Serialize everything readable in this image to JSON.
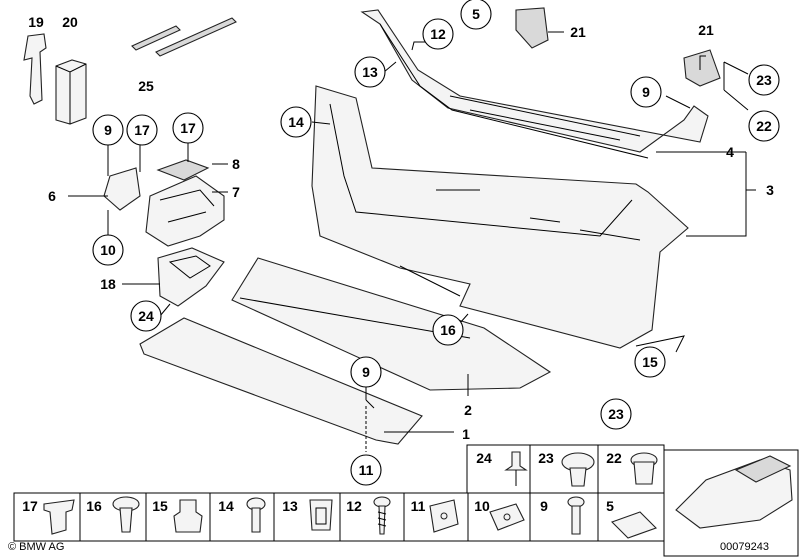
{
  "diagram": {
    "callouts": [
      {
        "id": "c19",
        "text": "19",
        "circled": false
      },
      {
        "id": "c20",
        "text": "20",
        "circled": false
      },
      {
        "id": "c25",
        "text": "25",
        "circled": false
      },
      {
        "id": "c5",
        "text": "5",
        "circled": true
      },
      {
        "id": "c12",
        "text": "12",
        "circled": true
      },
      {
        "id": "c21a",
        "text": "21",
        "circled": false
      },
      {
        "id": "c21b",
        "text": "21",
        "circled": false
      },
      {
        "id": "c23a",
        "text": "23",
        "circled": true
      },
      {
        "id": "c22a",
        "text": "22",
        "circled": true
      },
      {
        "id": "c13",
        "text": "13",
        "circled": true
      },
      {
        "id": "c9a",
        "text": "9",
        "circled": true
      },
      {
        "id": "c14",
        "text": "14",
        "circled": true
      },
      {
        "id": "c9b",
        "text": "9",
        "circled": true
      },
      {
        "id": "c17a",
        "text": "17",
        "circled": true
      },
      {
        "id": "c17b",
        "text": "17",
        "circled": true
      },
      {
        "id": "c8",
        "text": "8",
        "circled": false
      },
      {
        "id": "c7",
        "text": "7",
        "circled": false
      },
      {
        "id": "c6",
        "text": "6",
        "circled": false
      },
      {
        "id": "c10",
        "text": "10",
        "circled": true
      },
      {
        "id": "c4",
        "text": "4",
        "circled": false
      },
      {
        "id": "c3",
        "text": "3",
        "circled": false
      },
      {
        "id": "c18",
        "text": "18",
        "circled": false
      },
      {
        "id": "c24",
        "text": "24",
        "circled": true
      },
      {
        "id": "c16",
        "text": "16",
        "circled": true
      },
      {
        "id": "c15",
        "text": "15",
        "circled": true
      },
      {
        "id": "c9c",
        "text": "9",
        "circled": true
      },
      {
        "id": "c2",
        "text": "2",
        "circled": false
      },
      {
        "id": "c23b",
        "text": "23",
        "circled": true
      },
      {
        "id": "c1",
        "text": "1",
        "circled": false
      },
      {
        "id": "c11",
        "text": "11",
        "circled": true
      }
    ],
    "legend_top": [
      {
        "id": "l24",
        "text": "24"
      },
      {
        "id": "l23",
        "text": "23"
      },
      {
        "id": "l22",
        "text": "22"
      }
    ],
    "legend_bottom": [
      {
        "id": "b17",
        "text": "17"
      },
      {
        "id": "b16",
        "text": "16"
      },
      {
        "id": "b15",
        "text": "15"
      },
      {
        "id": "b14",
        "text": "14"
      },
      {
        "id": "b13",
        "text": "13"
      },
      {
        "id": "b12",
        "text": "12"
      },
      {
        "id": "b11",
        "text": "11"
      },
      {
        "id": "b10",
        "text": "10"
      },
      {
        "id": "b9",
        "text": "9"
      },
      {
        "id": "b5",
        "text": "5"
      }
    ]
  },
  "footer": {
    "copyright": "© BMW AG",
    "diagram_number": "00079243"
  }
}
